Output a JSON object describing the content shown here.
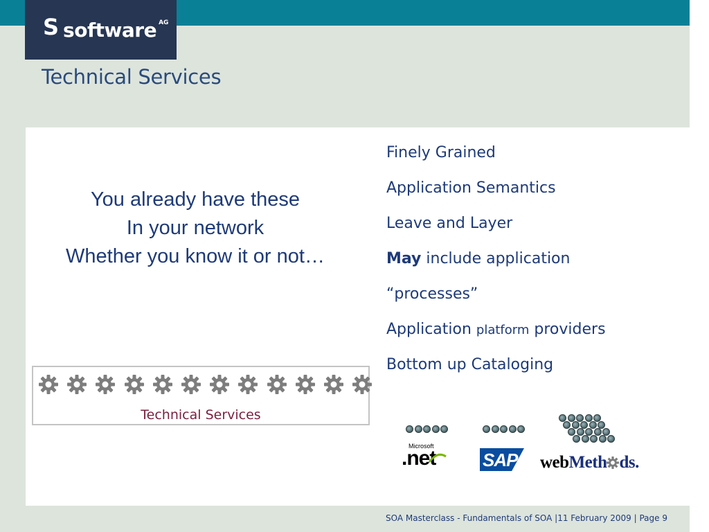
{
  "logo": {
    "symbol": "S",
    "wordmark": "software",
    "suffix": "AG"
  },
  "slide": {
    "title": "Technical Services",
    "statement": [
      "You already have these",
      "In your network",
      "Whether you know it or not…"
    ],
    "bullets": [
      {
        "text": "Finely Grained"
      },
      {
        "text": "Application Semantics"
      },
      {
        "text": "Leave and Layer"
      },
      {
        "emphasis": "May",
        "rest": " include application"
      },
      {
        "text": "“processes”"
      },
      {
        "pre": "Application ",
        "small": "platform",
        "post": " providers"
      },
      {
        "text": "Bottom up Cataloging"
      }
    ],
    "services_box": {
      "label": "Technical Services",
      "gear_count": 12
    },
    "vendors": {
      "dotnet": {
        "brand": "Microsoft",
        "name": ".net"
      },
      "sap": {
        "name": "SAP"
      },
      "webmethods": {
        "part1": "web",
        "part2": "Meth",
        "part3": "ds."
      }
    }
  },
  "footer": {
    "text": "SOA Masterclass - Fundamentals of SOA |11 February 2009 | Page 9"
  },
  "colors": {
    "teal_band": "#0a8096",
    "navy_logo": "#263653",
    "title_blue": "#2a4b7c",
    "body_blue": "#1e3a78",
    "label_maroon": "#7a1f3d",
    "background": "#dde4dc"
  },
  "icons": {
    "gear": "gear-icon",
    "dot": "sphere-dot-icon"
  }
}
